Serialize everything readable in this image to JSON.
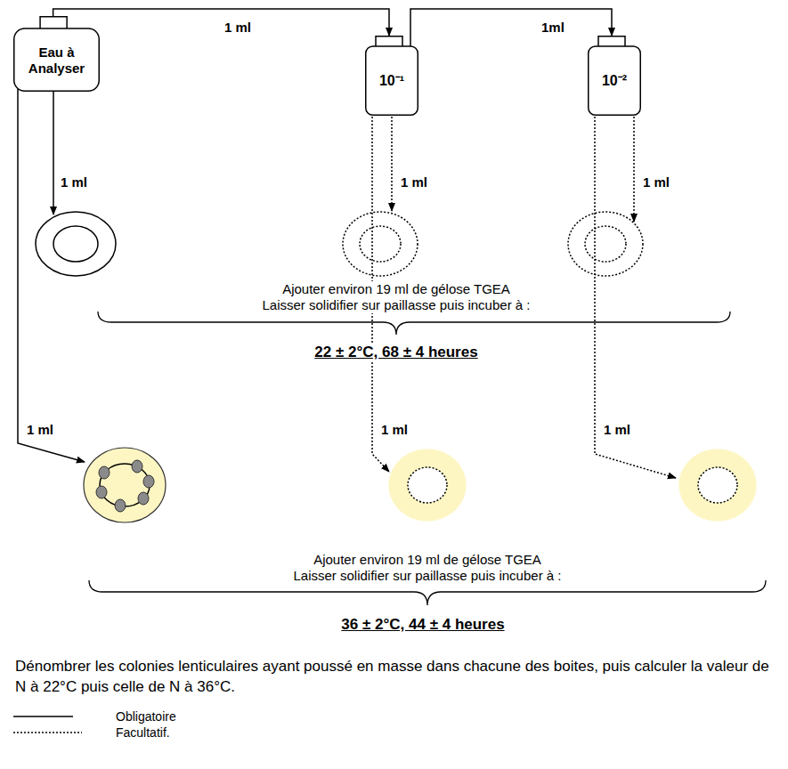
{
  "diagram": {
    "nodes": [
      {
        "text": [
          "Eau à Analyser"
        ]
      },
      {
        "text": [
          "10⁻¹"
        ]
      },
      {
        "text": [
          "10⁻²"
        ]
      }
    ],
    "edges": [
      {
        "from": 0,
        "to": 1,
        "label": "1 ml",
        "arrow": "to"
      },
      {
        "from": 1,
        "to": 2,
        "label": "1ml",
        "arrow": "to"
      }
    ],
    "labels": [
      "1 ml",
      "1 ml",
      "1 ml",
      "Ajouter environ 19 ml de gélose TGEA",
      "Laisser solidifier sur paillasse puis incuber à :",
      "22 ± 2°C, 68 ± 4 heures",
      "1 ml",
      "1 ml",
      "1 ml",
      "Ajouter environ 19 ml de gélose TGEA",
      "Laisser solidifier sur paillasse puis incuber à :",
      "36 ± 2°C, 44 ± 4 heures",
      "Dénombrer les colonies lenticulaires ayant poussé en masse dans chacune des boites, puis calculer la valeur de N à 22°C puis celle de N à 36°C."
    ],
    "legend": [
      {
        "text": "Obligatoire"
      },
      {
        "text": "Facultatif."
      }
    ]
  }
}
